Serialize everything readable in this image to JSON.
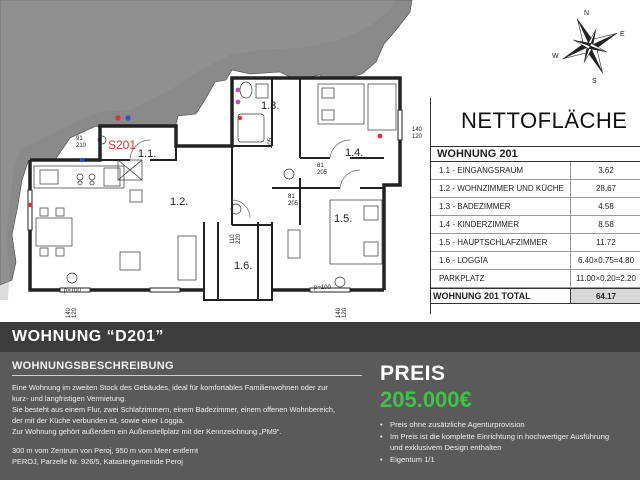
{
  "plan": {
    "unit_label": "S201",
    "rooms": [
      "1.1.",
      "1.2.",
      "1.3.",
      "1.4.",
      "1.5.",
      "1.6."
    ],
    "dims": {
      "d_91_210": [
        "91",
        "210"
      ],
      "d_140_120_top": [
        "140",
        "120"
      ],
      "d_81_205_a": [
        "81",
        "205"
      ],
      "d_81_205_b": [
        "81",
        "205"
      ],
      "d_110_220": [
        "110",
        "220"
      ],
      "d_140_120_left": [
        "140",
        "120"
      ],
      "d_140_120_bottom": [
        "140",
        "120"
      ],
      "d_205": "205",
      "p100_a": "p=100",
      "p100_b": "p=100"
    },
    "compass_letters": {
      "n": "N",
      "s": "S",
      "e": "E",
      "w": "W"
    }
  },
  "area_table": {
    "title": "NETTOFLÄCHE",
    "header": "WOHNUNG 201",
    "rows": [
      {
        "label": "1.1 - EINGANGSRAUM",
        "value": "3.62"
      },
      {
        "label": "1.2 - WOHNZIMMER UND KÜCHE",
        "value": "28.67"
      },
      {
        "label": "1.3 - BADEZIMMER",
        "value": "4.58"
      },
      {
        "label": "1.4 - KINDERZIMMER",
        "value": "8.58"
      },
      {
        "label": "1.5 - HAUPTSCHLAFZIMMER",
        "value": "11.72"
      },
      {
        "label": "1.6 - LOGGIA",
        "value": "6.40×0.75=4.80"
      },
      {
        "label": "PARKPLATZ",
        "value": "11.00×0.20=2.20"
      }
    ],
    "total_label": "WOHNUNG 201 TOTAL",
    "total_value": "64.17"
  },
  "title_band": {
    "title": "WOHNUNG “D201”"
  },
  "description": {
    "heading": "WOHNUNGSBESCHREIBUNG",
    "paragraph1": [
      "Eine Wohnung im zweiten Stock des Gebäudes, ideal für komfortables Familienwohnen oder zur",
      "kurz- und langfristigen Vermietung.",
      "Sie besteht aus einem Flur, zwei Schlafzimmern, einem Badezimmer, einem offenen Wohnbereich,",
      "der mit der Küche verbunden ist, sowie einer Loggia.",
      "Zur Wohnung gehört außerdem ein Außenstellplatz mit der Kennzeichnung „PM9“."
    ],
    "paragraph2": [
      "300 m vom Zentrum von Peroj, 950 m vom Meer entfernt",
      "PEROJ, Parzelle Nr. 926/5, Katastergemeinde Peroj"
    ]
  },
  "price": {
    "label": "PREIS",
    "value": "205.000€",
    "notes": [
      "Preis ohne zusätzliche Agenturprovision",
      "Im Preis ist die komplette Einrichtung in hochwertiger Ausführung",
      "Eigentum 1/1"
    ],
    "note2_continuation": "und exklusivem Design enthalten"
  },
  "colors": {
    "band": "#3c3c3c",
    "bottom_bg": "#5a5a5a",
    "price_green": "#41c14a",
    "unit_label_red": "#e03030",
    "terrain_gray": "#8a8a8a"
  }
}
